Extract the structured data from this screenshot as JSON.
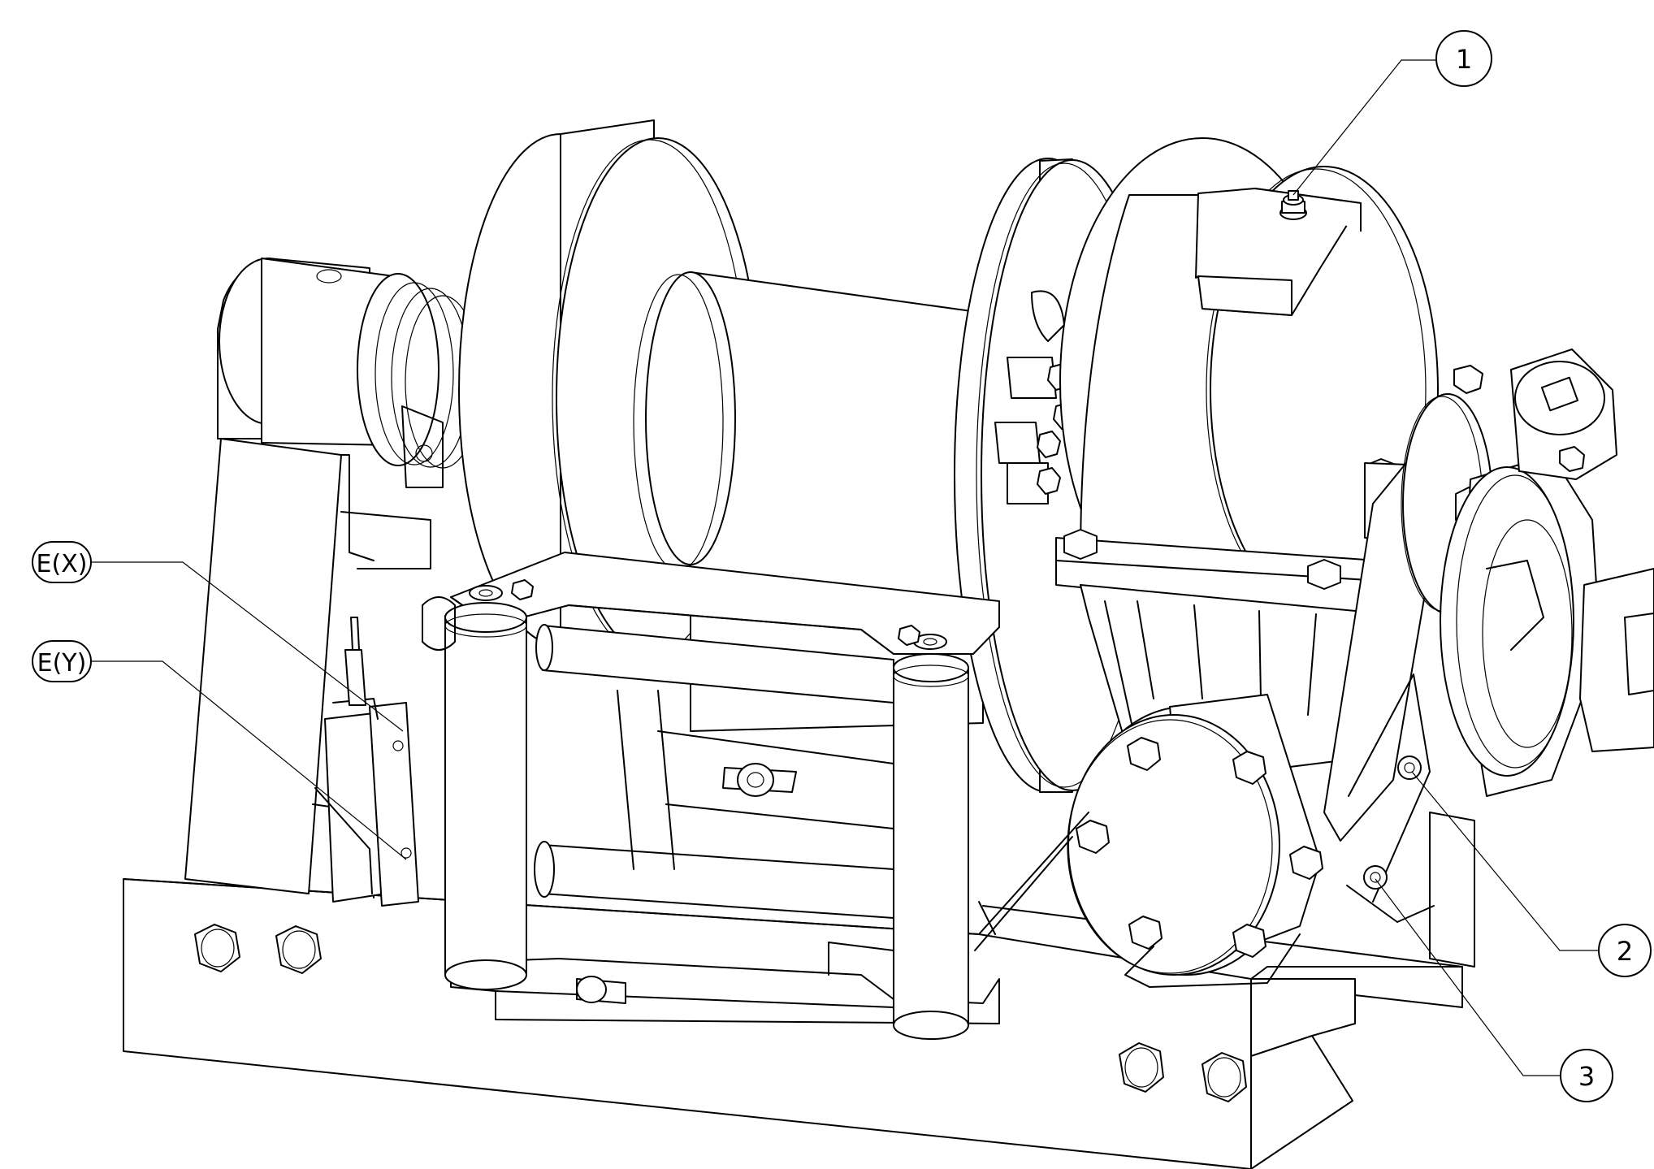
{
  "callouts": {
    "item_1": "1",
    "item_2": "2",
    "item_3": "3",
    "item_ex": "E(X)",
    "item_ey": "E(Y)"
  },
  "colors": {
    "line": "#000000",
    "background": "#ffffff"
  }
}
